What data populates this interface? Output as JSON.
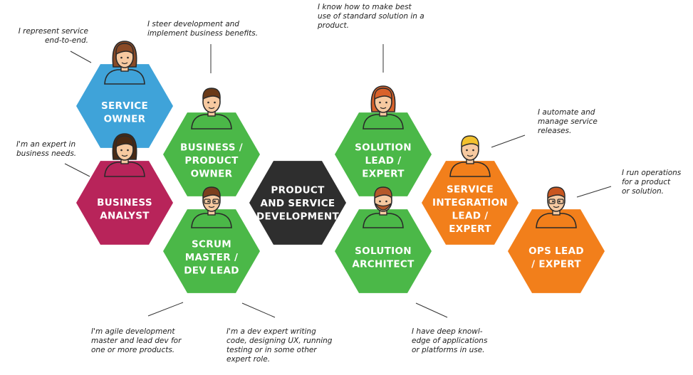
{
  "colors": {
    "blue": "#3fa3d9",
    "green": "#4bb848",
    "crimson": "#b8245a",
    "dark": "#2e2e2e",
    "orange": "#f27f1b",
    "skin": "#f6c9a0",
    "outline": "#2a2a2a"
  },
  "roles": {
    "service_owner": [
      "SERVICE",
      "OWNER"
    ],
    "business_product_owner": [
      "BUSINESS /",
      "PRODUCT",
      "OWNER"
    ],
    "business_analyst": [
      "BUSINESS",
      "ANALYST"
    ],
    "product_service_development": [
      "PRODUCT",
      "AND SERVICE",
      "DEVELOPMENT"
    ],
    "scrum_master": [
      "SCRUM",
      "MASTER /",
      "DEV LEAD"
    ],
    "solution_lead": [
      "SOLUTION",
      "LEAD /",
      "EXPERT"
    ],
    "solution_architect": [
      "SOLUTION",
      "ARCHITECT"
    ],
    "service_integration_lead": [
      "SERVICE",
      "INTEGRATION",
      "LEAD /",
      "EXPERT"
    ],
    "ops_lead": [
      "OPS LEAD",
      "/ EXPERT"
    ]
  },
  "notes": {
    "service_owner": [
      "I represent service",
      "end-to-end."
    ],
    "business_product_owner": [
      "I steer development and",
      "implement business benefits."
    ],
    "business_analyst": [
      "I'm an expert in",
      "business needs."
    ],
    "solution_lead": [
      "I know how to make best",
      "use of standard solution in a",
      "product."
    ],
    "service_integration_lead": [
      "I automate and",
      "manage service",
      "releases."
    ],
    "ops_lead": [
      "I run operations",
      "for a product",
      "or solution."
    ],
    "scrum_master": [
      "I'm agile development",
      "master and lead dev for",
      "one or more products."
    ],
    "dev_expert": [
      "I'm a dev expert writing",
      "code, designing UX, running",
      "testing or in some other",
      "expert role."
    ],
    "solution_architect": [
      "I have deep knowl-",
      "edge of applications",
      "or platforms in use."
    ]
  }
}
